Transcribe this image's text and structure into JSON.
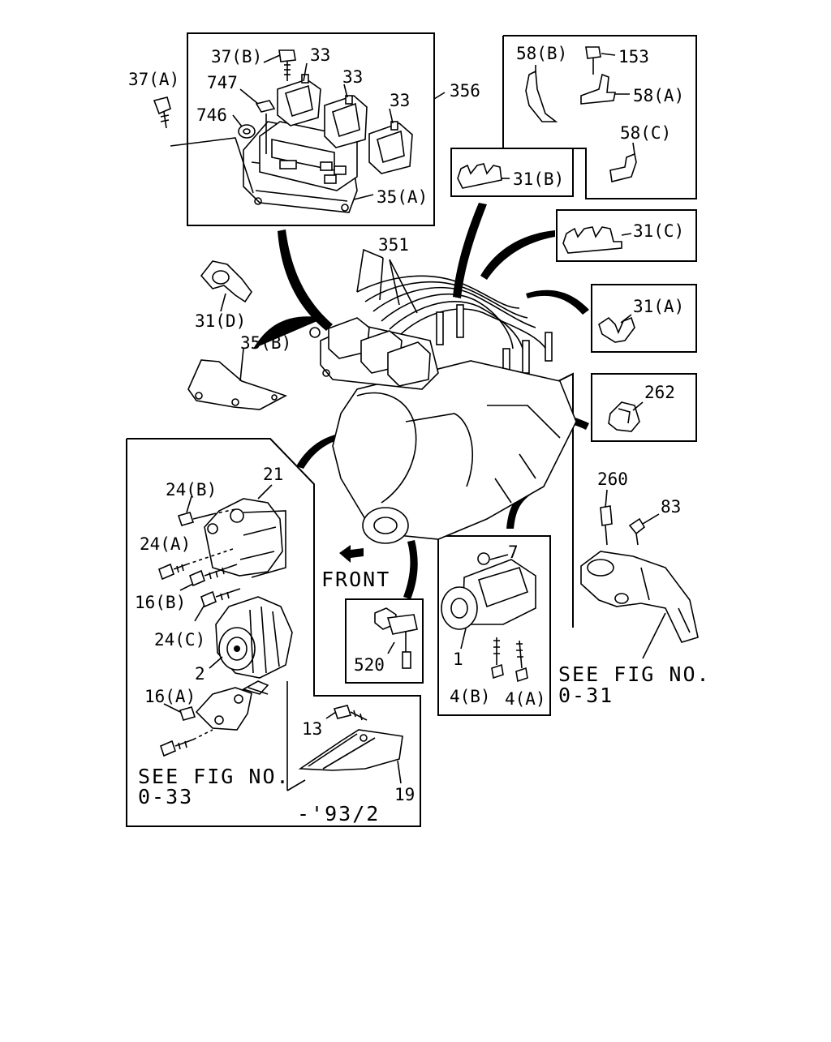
{
  "labels": {
    "p37b": "37(B)",
    "p37a": "37(A)",
    "p747": "747",
    "p746": "746",
    "p33a": "33",
    "p33b": "33",
    "p33c": "33",
    "p356": "356",
    "p35a": "35(A)",
    "p58b": "58(B)",
    "p153": "153",
    "p58a": "58(A)",
    "p58c": "58(C)",
    "p31b": "31(B)",
    "p31c": "31(C)",
    "p351": "351",
    "p31a": "31(A)",
    "p31d": "31(D)",
    "p35b": "35(B)",
    "p262": "262",
    "p21": "21",
    "p24b": "24(B)",
    "p24a": "24(A)",
    "p16b": "16(B)",
    "p24c": "24(C)",
    "p2": "2",
    "p16a": "16(A)",
    "p13": "13",
    "p19": "19",
    "p520": "520",
    "p7": "7",
    "p1": "1",
    "p4b": "4(B)",
    "p4a": "4(A)",
    "p260": "260",
    "p83": "83"
  },
  "notes": {
    "front": "FRONT",
    "see_fig_031_line1": "SEE FIG NO.",
    "see_fig_031_line2": "0-31",
    "see_fig_033_line1": "SEE FIG NO.",
    "see_fig_033_line2": "0-33",
    "date_range": "-'93/2"
  }
}
